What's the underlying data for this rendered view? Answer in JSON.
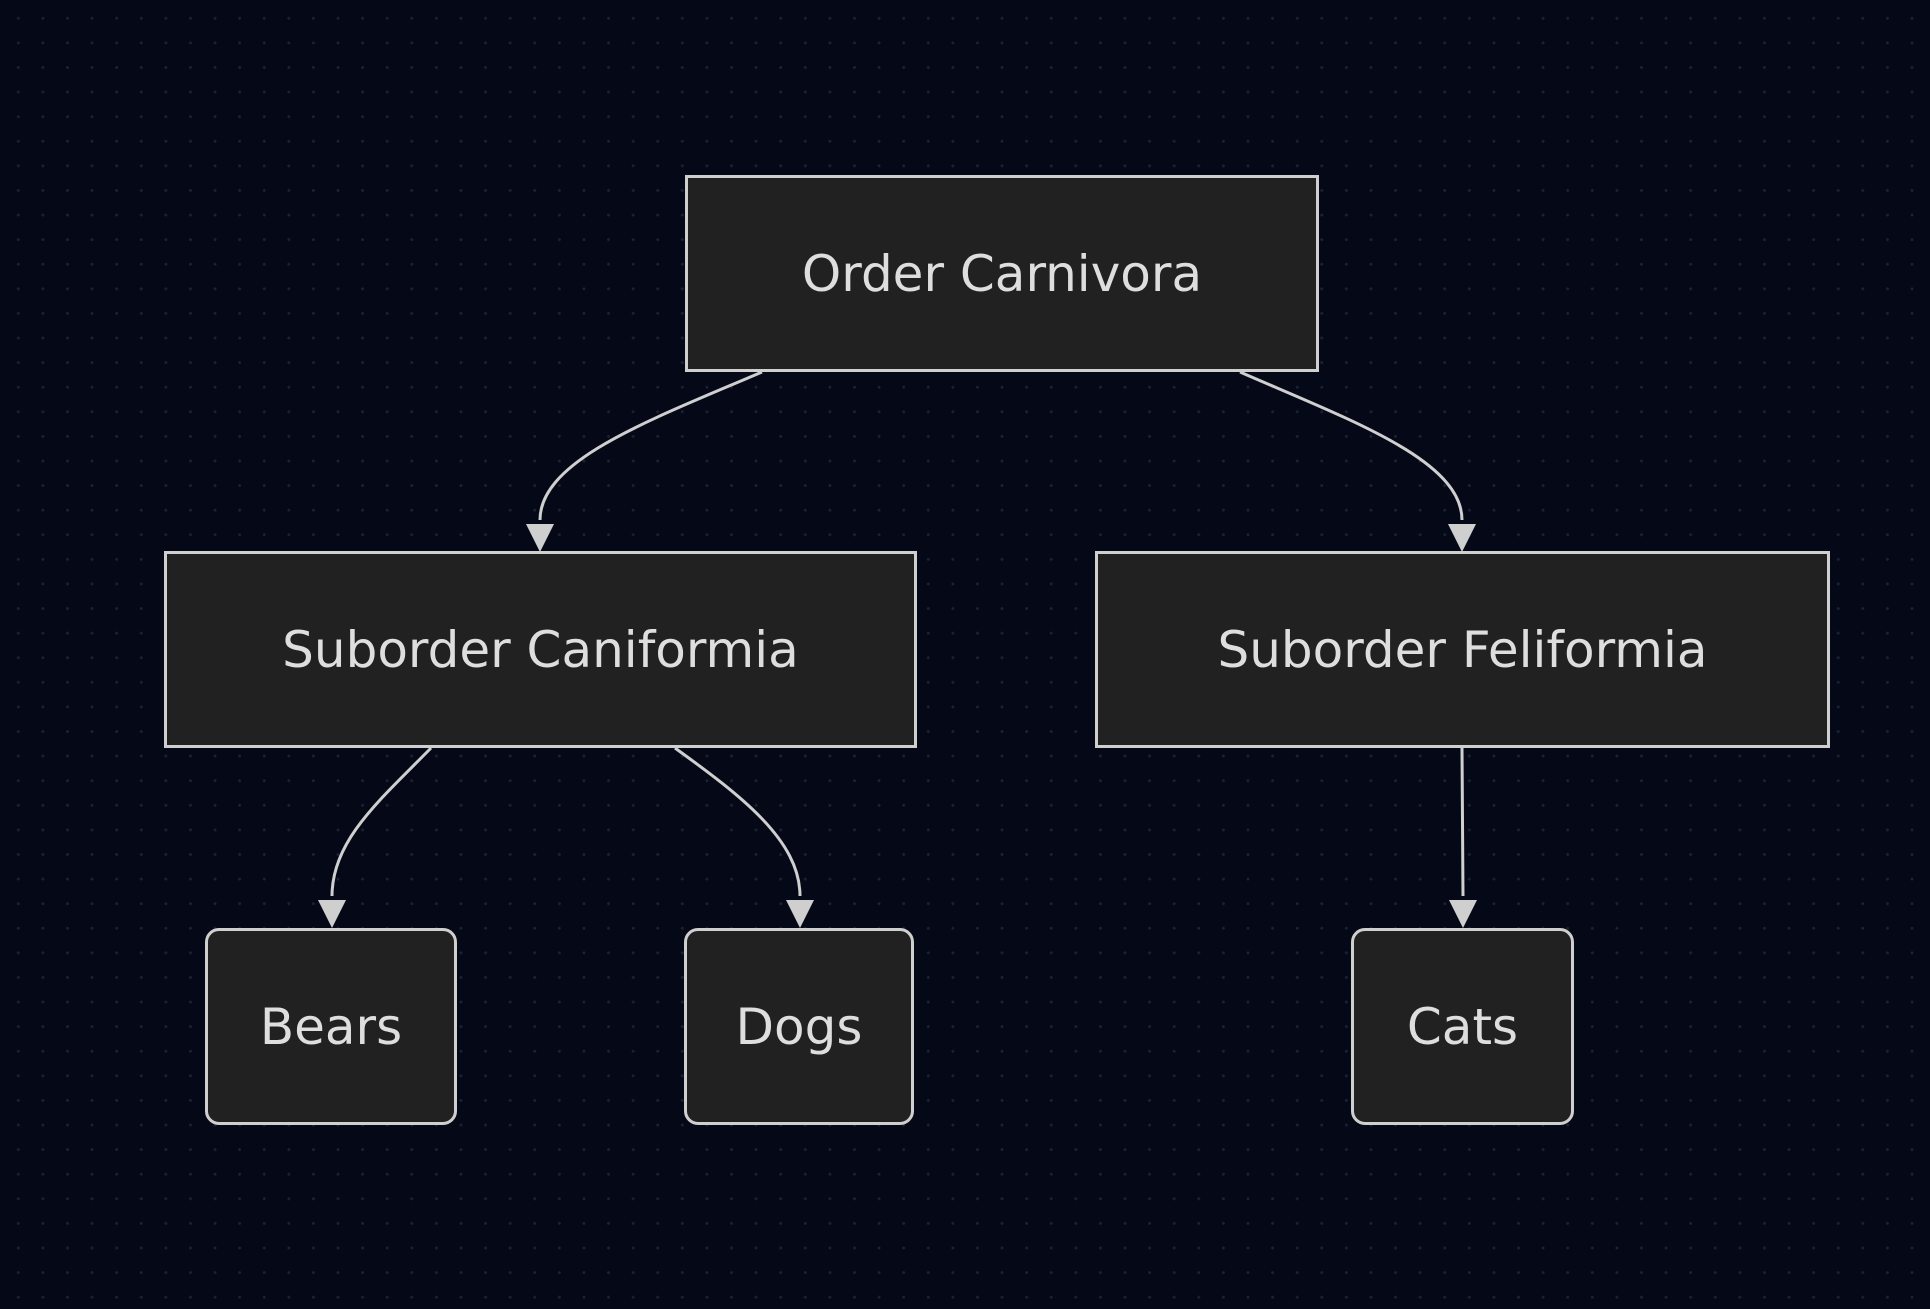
{
  "diagram": {
    "type": "flowchart",
    "direction": "top-down",
    "nodes": {
      "order": {
        "label": "Order Carnivora"
      },
      "caniformia": {
        "label": "Suborder Caniformia"
      },
      "feliformia": {
        "label": "Suborder Feliformia"
      },
      "bears": {
        "label": "Bears"
      },
      "dogs": {
        "label": "Dogs"
      },
      "cats": {
        "label": "Cats"
      }
    },
    "edges": [
      {
        "from": "Order Carnivora",
        "to": "Suborder Caniformia"
      },
      {
        "from": "Order Carnivora",
        "to": "Suborder Feliformia"
      },
      {
        "from": "Suborder Caniformia",
        "to": "Bears"
      },
      {
        "from": "Suborder Caniformia",
        "to": "Dogs"
      },
      {
        "from": "Suborder Feliformia",
        "to": "Cats"
      }
    ],
    "colors": {
      "background": "#040817",
      "node_fill": "#212121",
      "node_stroke": "#cfcfcf",
      "text": "#dedede",
      "edge": "#cfcfcf"
    }
  }
}
